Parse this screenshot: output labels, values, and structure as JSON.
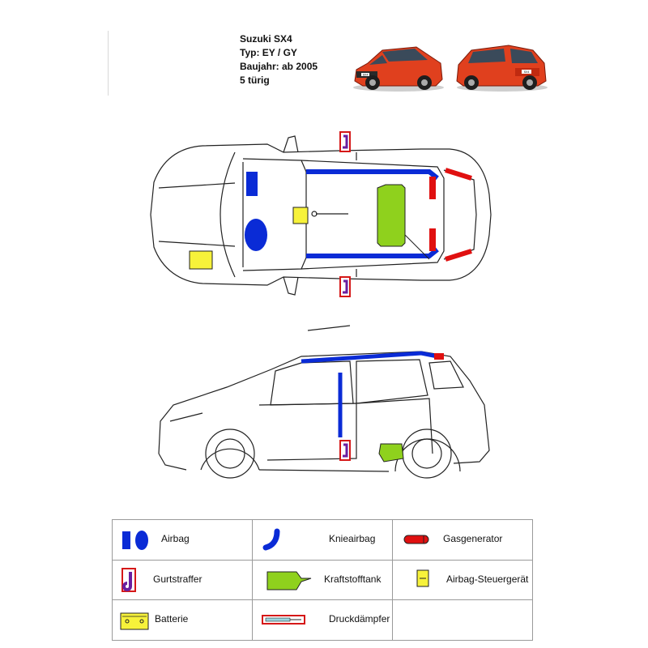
{
  "header": {
    "model": "Suzuki SX4",
    "type": "Typ: EY / GY",
    "year": "Baujahr: ab 2005",
    "doors": "5 türig"
  },
  "photo_plate_text": "SX4",
  "colors": {
    "airbag": "#0a2bd6",
    "gas_generator": "#e01010",
    "tank": "#8fd11d",
    "control_unit": "#f7f23a",
    "battery": "#f7f23a",
    "belt_frame": "#d51818",
    "belt_fill": "#6a1fa0",
    "car_body": "#e0401e",
    "line": "#222222"
  },
  "legend": {
    "rows": [
      [
        {
          "label": "Airbag",
          "icon": "airbag-icon"
        },
        {
          "label": "Kniеairbag",
          "icon": "knee-airbag-icon"
        },
        {
          "label": "Gasgenerator",
          "icon": "gas-generator-icon"
        }
      ],
      [
        {
          "label": "Gurtstraffer",
          "icon": "belt-tensioner-icon"
        },
        {
          "label": "Kraftstofftank",
          "icon": "fuel-tank-icon"
        },
        {
          "label": "Airbag-Steuergerät",
          "icon": "airbag-control-unit-icon"
        }
      ],
      [
        {
          "label": "Batterie",
          "icon": "battery-icon"
        },
        {
          "label": "Druckdämpfer",
          "icon": "pressure-damper-icon"
        },
        {
          "label": "",
          "icon": ""
        }
      ]
    ]
  }
}
